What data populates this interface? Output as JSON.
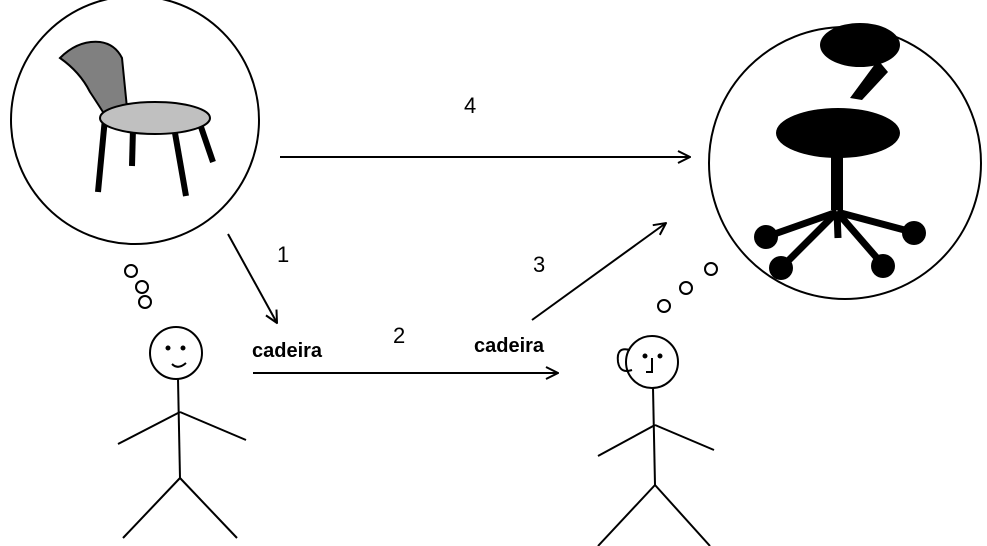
{
  "diagram": {
    "step_labels": {
      "one": "1",
      "two": "2",
      "three": "3",
      "four": "4"
    },
    "words": {
      "speaker_word": "cadeira",
      "listener_word": "cadeira"
    },
    "colors": {
      "background": "#ffffff",
      "ink": "#000000",
      "chair_back": "#808080",
      "chair_seat": "#c0c0c0"
    },
    "icons": {
      "speaker_thought": "side-chair-icon",
      "listener_thought": "office-chair-icon"
    }
  }
}
